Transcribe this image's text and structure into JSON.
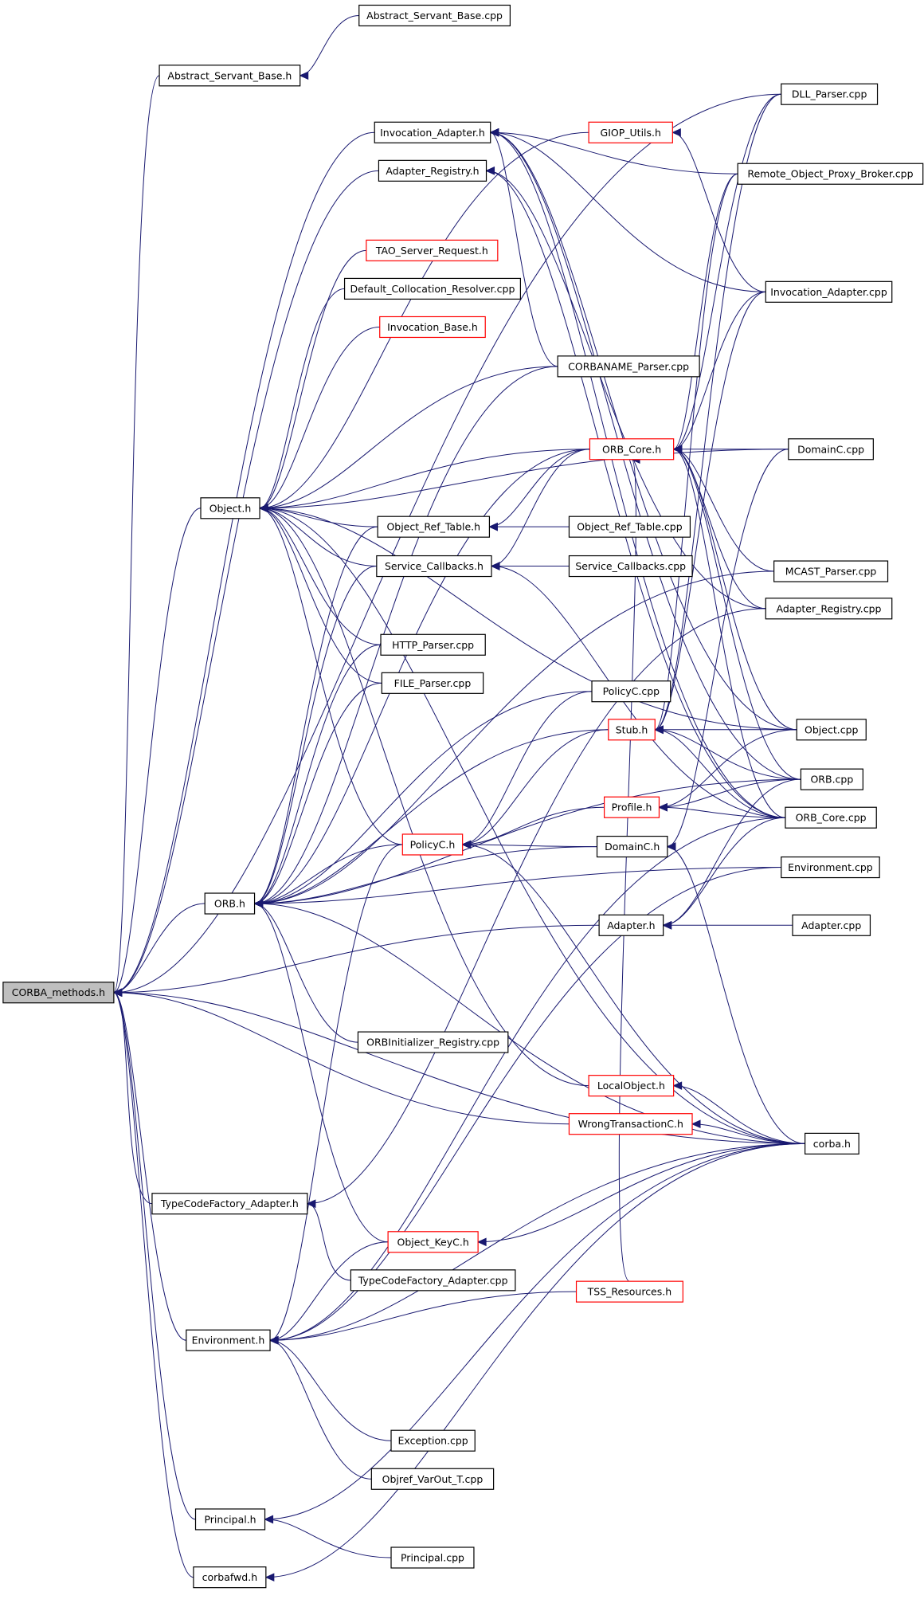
{
  "diagram": {
    "nodes": [
      {
        "id": "Abstract_Servant_Base.cpp",
        "label": "Abstract_Servant_Base.cpp",
        "border": "black"
      },
      {
        "id": "Abstract_Servant_Base.h",
        "label": "Abstract_Servant_Base.h",
        "border": "black"
      },
      {
        "id": "DLL_Parser.cpp",
        "label": "DLL_Parser.cpp",
        "border": "black"
      },
      {
        "id": "Invocation_Adapter.h",
        "label": "Invocation_Adapter.h",
        "border": "black"
      },
      {
        "id": "GIOP_Utils.h",
        "label": "GIOP_Utils.h",
        "border": "red"
      },
      {
        "id": "Remote_Object_Proxy_Broker.cpp",
        "label": "Remote_Object_Proxy_Broker.cpp",
        "border": "black"
      },
      {
        "id": "Adapter_Registry.h",
        "label": "Adapter_Registry.h",
        "border": "black"
      },
      {
        "id": "TAO_Server_Request.h",
        "label": "TAO_Server_Request.h",
        "border": "red"
      },
      {
        "id": "Default_Collocation_Resolver.cpp",
        "label": "Default_Collocation_Resolver.cpp",
        "border": "black"
      },
      {
        "id": "Invocation_Adapter.cpp",
        "label": "Invocation_Adapter.cpp",
        "border": "black"
      },
      {
        "id": "Invocation_Base.h",
        "label": "Invocation_Base.h",
        "border": "red"
      },
      {
        "id": "CORBANAME_Parser.cpp",
        "label": "CORBANAME_Parser.cpp",
        "border": "black"
      },
      {
        "id": "ORB_Core.h",
        "label": "ORB_Core.h",
        "border": "red"
      },
      {
        "id": "DomainC.cpp",
        "label": "DomainC.cpp",
        "border": "black"
      },
      {
        "id": "Object.h",
        "label": "Object.h",
        "border": "black"
      },
      {
        "id": "Object_Ref_Table.h",
        "label": "Object_Ref_Table.h",
        "border": "black"
      },
      {
        "id": "Object_Ref_Table.cpp",
        "label": "Object_Ref_Table.cpp",
        "border": "black"
      },
      {
        "id": "Service_Callbacks.h",
        "label": "Service_Callbacks.h",
        "border": "black"
      },
      {
        "id": "Service_Callbacks.cpp",
        "label": "Service_Callbacks.cpp",
        "border": "black"
      },
      {
        "id": "MCAST_Parser.cpp",
        "label": "MCAST_Parser.cpp",
        "border": "black"
      },
      {
        "id": "Adapter_Registry.cpp",
        "label": "Adapter_Registry.cpp",
        "border": "black"
      },
      {
        "id": "HTTP_Parser.cpp",
        "label": "HTTP_Parser.cpp",
        "border": "black"
      },
      {
        "id": "FILE_Parser.cpp",
        "label": "FILE_Parser.cpp",
        "border": "black"
      },
      {
        "id": "PolicyC.cpp",
        "label": "PolicyC.cpp",
        "border": "black"
      },
      {
        "id": "Stub.h",
        "label": "Stub.h",
        "border": "red"
      },
      {
        "id": "Object.cpp",
        "label": "Object.cpp",
        "border": "black"
      },
      {
        "id": "ORB.cpp",
        "label": "ORB.cpp",
        "border": "black"
      },
      {
        "id": "Profile.h",
        "label": "Profile.h",
        "border": "red"
      },
      {
        "id": "ORB_Core.cpp",
        "label": "ORB_Core.cpp",
        "border": "black"
      },
      {
        "id": "PolicyC.h",
        "label": "PolicyC.h",
        "border": "red"
      },
      {
        "id": "DomainC.h",
        "label": "DomainC.h",
        "border": "black"
      },
      {
        "id": "Environment.cpp",
        "label": "Environment.cpp",
        "border": "black"
      },
      {
        "id": "ORB.h",
        "label": "ORB.h",
        "border": "black"
      },
      {
        "id": "Adapter.h",
        "label": "Adapter.h",
        "border": "black"
      },
      {
        "id": "Adapter.cpp",
        "label": "Adapter.cpp",
        "border": "black"
      },
      {
        "id": "CORBA_methods.h",
        "label": "CORBA_methods.h",
        "border": "black",
        "root": true
      },
      {
        "id": "ORBInitializer_Registry.cpp",
        "label": "ORBInitializer_Registry.cpp",
        "border": "black"
      },
      {
        "id": "LocalObject.h",
        "label": "LocalObject.h",
        "border": "red"
      },
      {
        "id": "WrongTransactionC.h",
        "label": "WrongTransactionC.h",
        "border": "red"
      },
      {
        "id": "corba.h",
        "label": "corba.h",
        "border": "black"
      },
      {
        "id": "TypeCodeFactory_Adapter.h",
        "label": "TypeCodeFactory_Adapter.h",
        "border": "black"
      },
      {
        "id": "Object_KeyC.h",
        "label": "Object_KeyC.h",
        "border": "red"
      },
      {
        "id": "TypeCodeFactory_Adapter.cpp",
        "label": "TypeCodeFactory_Adapter.cpp",
        "border": "black"
      },
      {
        "id": "TSS_Resources.h",
        "label": "TSS_Resources.h",
        "border": "red"
      },
      {
        "id": "Environment.h",
        "label": "Environment.h",
        "border": "black"
      },
      {
        "id": "Exception.cpp",
        "label": "Exception.cpp",
        "border": "black"
      },
      {
        "id": "Objref_VarOut_T.cpp",
        "label": "Objref_VarOut_T.cpp",
        "border": "black"
      },
      {
        "id": "Principal.h",
        "label": "Principal.h",
        "border": "black"
      },
      {
        "id": "Principal.cpp",
        "label": "Principal.cpp",
        "border": "black"
      },
      {
        "id": "corbafwd.h",
        "label": "corbafwd.h",
        "border": "black"
      }
    ],
    "edges": [
      [
        "Abstract_Servant_Base.h",
        "Abstract_Servant_Base.cpp"
      ],
      [
        "CORBA_methods.h",
        "Abstract_Servant_Base.h"
      ],
      [
        "CORBA_methods.h",
        "DLL_Parser.cpp"
      ],
      [
        "CORBA_methods.h",
        "Invocation_Adapter.h"
      ],
      [
        "CORBA_methods.h",
        "Adapter_Registry.h"
      ],
      [
        "CORBA_methods.h",
        "Object.h"
      ],
      [
        "CORBA_methods.h",
        "ORB.h"
      ],
      [
        "CORBA_methods.h",
        "Adapter.h"
      ],
      [
        "CORBA_methods.h",
        "corba.h"
      ],
      [
        "CORBA_methods.h",
        "TypeCodeFactory_Adapter.h"
      ],
      [
        "CORBA_methods.h",
        "Environment.h"
      ],
      [
        "CORBA_methods.h",
        "Principal.h"
      ],
      [
        "CORBA_methods.h",
        "corbafwd.h"
      ],
      [
        "CORBA_methods.h",
        "WrongTransactionC.h"
      ],
      [
        "Invocation_Adapter.h",
        "Remote_Object_Proxy_Broker.cpp"
      ],
      [
        "Invocation_Adapter.h",
        "Invocation_Adapter.cpp"
      ],
      [
        "Invocation_Adapter.h",
        "CORBANAME_Parser.cpp"
      ],
      [
        "Invocation_Adapter.h",
        "Object.cpp"
      ],
      [
        "Invocation_Adapter.h",
        "ORB.cpp"
      ],
      [
        "Invocation_Adapter.h",
        "ORB_Core.cpp"
      ],
      [
        "GIOP_Utils.h",
        "Invocation_Adapter.cpp"
      ],
      [
        "Adapter_Registry.h",
        "Adapter_Registry.cpp"
      ],
      [
        "Adapter_Registry.h",
        "ORB_Core.cpp"
      ],
      [
        "Object.h",
        "GIOP_Utils.h"
      ],
      [
        "Object.h",
        "TAO_Server_Request.h"
      ],
      [
        "Object.h",
        "Default_Collocation_Resolver.cpp"
      ],
      [
        "Object.h",
        "Invocation_Base.h"
      ],
      [
        "Object.h",
        "CORBANAME_Parser.cpp"
      ],
      [
        "Object.h",
        "ORB_Core.h"
      ],
      [
        "Object.h",
        "Object_Ref_Table.h"
      ],
      [
        "Object.h",
        "Service_Callbacks.h"
      ],
      [
        "Object.h",
        "HTTP_Parser.cpp"
      ],
      [
        "Object.h",
        "FILE_Parser.cpp"
      ],
      [
        "Object.h",
        "PolicyC.h"
      ],
      [
        "Object.h",
        "Object.cpp"
      ],
      [
        "Object.h",
        "LocalObject.h"
      ],
      [
        "Object.h",
        "corba.h"
      ],
      [
        "Object.h",
        "DomainC.cpp"
      ],
      [
        "ORB_Core.h",
        "DomainC.cpp"
      ],
      [
        "ORB_Core.h",
        "DLL_Parser.cpp"
      ],
      [
        "ORB_Core.h",
        "Remote_Object_Proxy_Broker.cpp"
      ],
      [
        "ORB_Core.h",
        "Invocation_Adapter.cpp"
      ],
      [
        "ORB_Core.h",
        "MCAST_Parser.cpp"
      ],
      [
        "ORB_Core.h",
        "Adapter_Registry.cpp"
      ],
      [
        "ORB_Core.h",
        "Object.cpp"
      ],
      [
        "ORB_Core.h",
        "ORB.cpp"
      ],
      [
        "ORB_Core.h",
        "ORB_Core.cpp"
      ],
      [
        "Object_Ref_Table.h",
        "Object_Ref_Table.cpp"
      ],
      [
        "Object_Ref_Table.h",
        "ORB_Core.h"
      ],
      [
        "Service_Callbacks.h",
        "Service_Callbacks.cpp"
      ],
      [
        "Service_Callbacks.h",
        "ORB_Core.h"
      ],
      [
        "Service_Callbacks.h",
        "ORB_Core.cpp"
      ],
      [
        "Stub.h",
        "Object.cpp"
      ],
      [
        "Stub.h",
        "ORB.cpp"
      ],
      [
        "Stub.h",
        "ORB_Core.cpp"
      ],
      [
        "Stub.h",
        "Invocation_Adapter.cpp"
      ],
      [
        "Stub.h",
        "Remote_Object_Proxy_Broker.cpp"
      ],
      [
        "Stub.h",
        "DLL_Parser.cpp"
      ],
      [
        "Profile.h",
        "ORB.cpp"
      ],
      [
        "Profile.h",
        "Object.cpp"
      ],
      [
        "Profile.h",
        "ORB_Core.cpp"
      ],
      [
        "PolicyC.h",
        "DomainC.h"
      ],
      [
        "PolicyC.h",
        "PolicyC.cpp"
      ],
      [
        "PolicyC.h",
        "Stub.h"
      ],
      [
        "PolicyC.h",
        "Profile.h"
      ],
      [
        "PolicyC.h",
        "corba.h"
      ],
      [
        "DomainC.h",
        "DomainC.cpp"
      ],
      [
        "DomainC.h",
        "corba.h"
      ],
      [
        "ORB.h",
        "CORBANAME_Parser.cpp"
      ],
      [
        "ORB.h",
        "ORB_Core.h"
      ],
      [
        "ORB.h",
        "HTTP_Parser.cpp"
      ],
      [
        "ORB.h",
        "FILE_Parser.cpp"
      ],
      [
        "ORB.h",
        "PolicyC.cpp"
      ],
      [
        "ORB.h",
        "Stub.h"
      ],
      [
        "ORB.h",
        "PolicyC.h"
      ],
      [
        "ORB.h",
        "DomainC.h"
      ],
      [
        "ORB.h",
        "MCAST_Parser.cpp"
      ],
      [
        "ORB.h",
        "ORB.cpp"
      ],
      [
        "ORB.h",
        "ORBInitializer_Registry.cpp"
      ],
      [
        "ORB.h",
        "Object_KeyC.h"
      ],
      [
        "ORB.h",
        "corba.h"
      ],
      [
        "ORB.h",
        "Environment.cpp"
      ],
      [
        "ORB.h",
        "Service_Callbacks.h"
      ],
      [
        "ORB.h",
        "Object_Ref_Table.h"
      ],
      [
        "Adapter.h",
        "Adapter.cpp"
      ],
      [
        "Adapter.h",
        "ORB_Core.cpp"
      ],
      [
        "Adapter.h",
        "ORB.cpp"
      ],
      [
        "LocalObject.h",
        "corba.h"
      ],
      [
        "WrongTransactionC.h",
        "corba.h"
      ],
      [
        "TypeCodeFactory_Adapter.h",
        "TypeCodeFactory_Adapter.cpp"
      ],
      [
        "TypeCodeFactory_Adapter.h",
        "Adapter_Registry.cpp"
      ],
      [
        "Object_KeyC.h",
        "corba.h"
      ],
      [
        "ORB_Core.h",
        "TSS_Resources.h"
      ],
      [
        "Environment.h",
        "Object_KeyC.h"
      ],
      [
        "Environment.h",
        "TSS_Resources.h"
      ],
      [
        "Environment.h",
        "Exception.cpp"
      ],
      [
        "Environment.h",
        "Objref_VarOut_T.cpp"
      ],
      [
        "Environment.h",
        "corba.h"
      ],
      [
        "Environment.h",
        "PolicyC.h"
      ],
      [
        "Environment.h",
        "Environment.cpp"
      ],
      [
        "Environment.h",
        "ORB_Core.cpp"
      ],
      [
        "Principal.h",
        "Principal.cpp"
      ],
      [
        "Principal.h",
        "corba.h"
      ],
      [
        "corbafwd.h",
        "corba.h"
      ]
    ]
  }
}
